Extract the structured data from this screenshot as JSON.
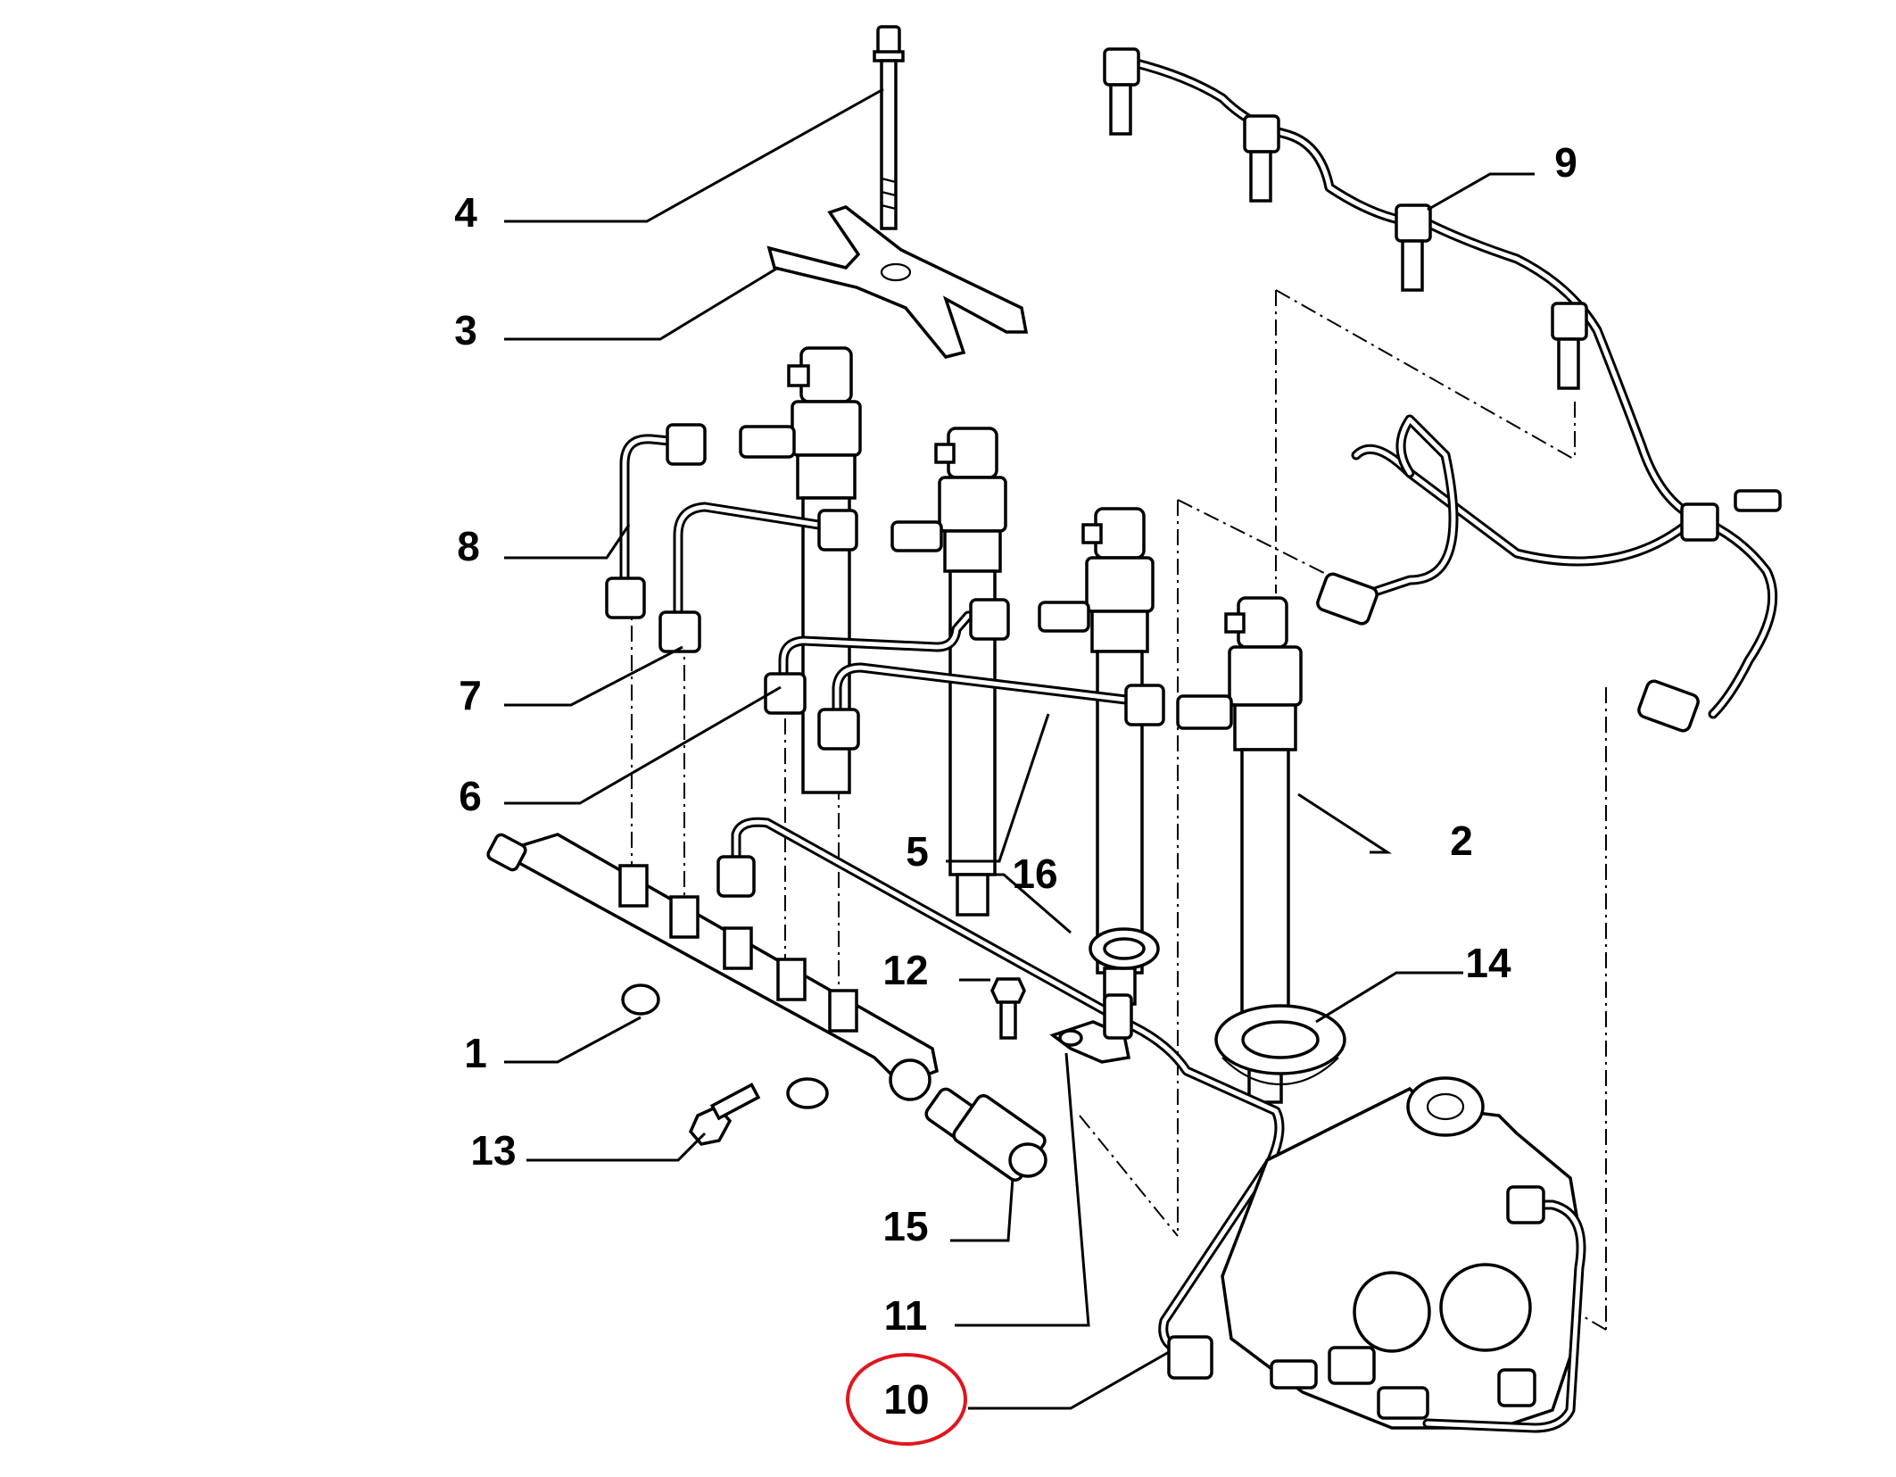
{
  "callouts": [
    {
      "id": "p1",
      "number": "1"
    },
    {
      "id": "p2",
      "number": "2"
    },
    {
      "id": "p3",
      "number": "3"
    },
    {
      "id": "p4",
      "number": "4"
    },
    {
      "id": "p5",
      "number": "5"
    },
    {
      "id": "p6",
      "number": "6"
    },
    {
      "id": "p7",
      "number": "7"
    },
    {
      "id": "p8",
      "number": "8"
    },
    {
      "id": "p9",
      "number": "9"
    },
    {
      "id": "p10",
      "number": "10",
      "highlighted": true
    },
    {
      "id": "p11",
      "number": "11"
    },
    {
      "id": "p12",
      "number": "12"
    },
    {
      "id": "p13",
      "number": "13"
    },
    {
      "id": "p14",
      "number": "14"
    },
    {
      "id": "p15",
      "number": "15"
    },
    {
      "id": "p16",
      "number": "16"
    }
  ],
  "colors": {
    "line": "#000000",
    "highlight": "#e0161e",
    "background": "#ffffff"
  }
}
